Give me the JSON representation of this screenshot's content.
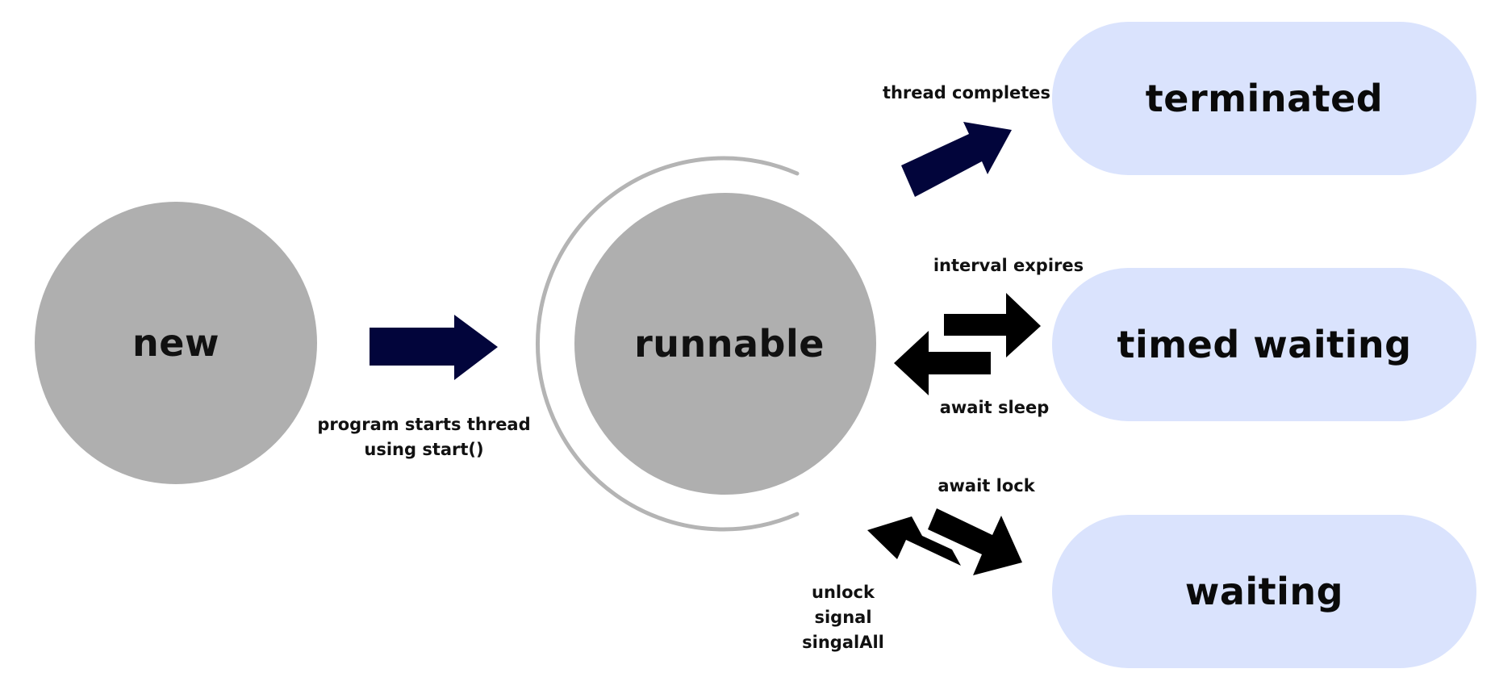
{
  "states": {
    "new": "new",
    "runnable": "runnable",
    "terminated": "terminated",
    "timed_waiting": "timed waiting",
    "waiting": "waiting"
  },
  "transitions": {
    "start_line1": "program starts thread",
    "start_line2": "using start()",
    "thread_completes": "thread completes",
    "interval_expires": "interval expires",
    "await_sleep": "await sleep",
    "await_lock": "await lock",
    "unlock_line1": "unlock",
    "unlock_line2": "signal",
    "unlock_line3": "singalAll"
  },
  "colors": {
    "state_circle": "#afafaf",
    "state_pill": "#dae3fd",
    "arrow_navy": "#02053b",
    "arrow_black": "#000000",
    "ring": "#b4b4b4"
  }
}
